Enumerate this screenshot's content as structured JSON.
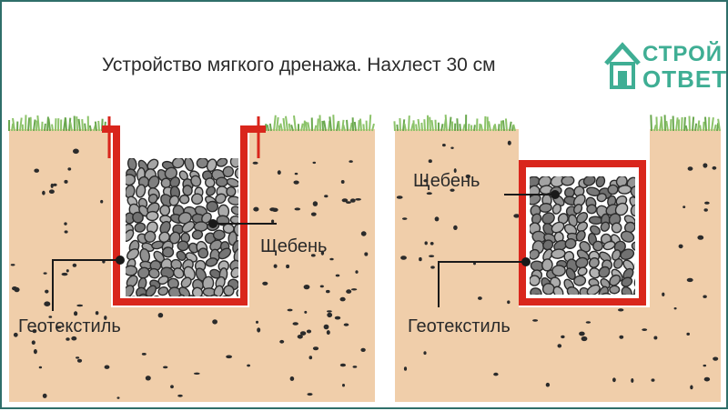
{
  "title": "Устройство мягкого дренажа. Нахлест 30 см",
  "logo": {
    "line1": "СТРОЙ",
    "line2": "ОТВЕТ"
  },
  "left_panel": {
    "gravel_label": "Щебень",
    "geotextile_label": "Геотекстиль"
  },
  "right_panel": {
    "gravel_label": "Щебень",
    "geotextile_label": "Геотекстиль"
  },
  "colors": {
    "soil": "#f0ceaa",
    "grass": "#8cc36a",
    "geotextile": "#d9261c",
    "stone_fill": "#8a8a8a",
    "stone_outline": "#2a2a2a",
    "frame": "#2f6f6a",
    "logo": "#3fae94"
  }
}
